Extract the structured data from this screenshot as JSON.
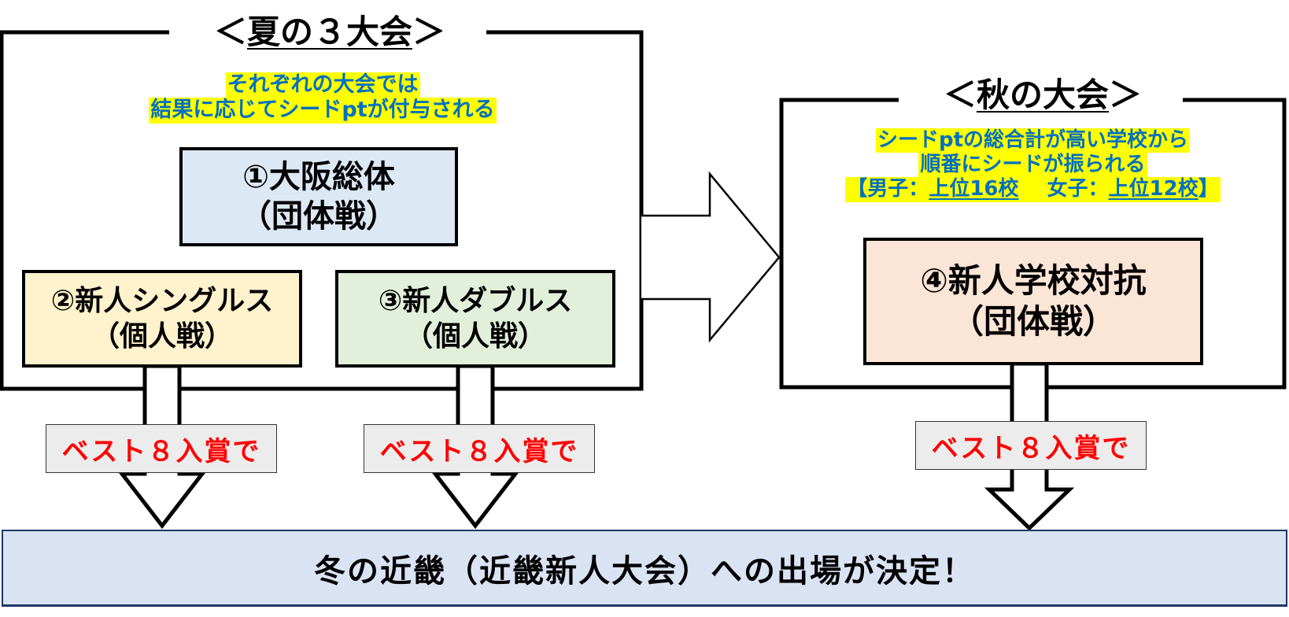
{
  "summer": {
    "title_open": "<",
    "title_text": "夏の３大会",
    "title_close": ">",
    "note_line1": "それぞれの大会では",
    "note_line2": "結果に応じてシードptが付与される",
    "events": [
      {
        "name": "①大阪総体",
        "type": "（団体戦）",
        "color": "#dde8f5"
      },
      {
        "name": "②新人シングルス",
        "type": "（個人戦）",
        "color": "#fff2cc"
      },
      {
        "name": "③新人ダブルス",
        "type": "（個人戦）",
        "color": "#e2efda"
      }
    ]
  },
  "autumn": {
    "title_open": "<",
    "title_text": "秋の大会",
    "title_close": ">",
    "note_line1": "シードptの総合計が高い学校から",
    "note_line2": "順番にシードが振られる",
    "note_line3": {
      "open": "【",
      "boys_label": "男子：",
      "boys_value": "上位16校",
      "girls_label": "女子：",
      "girls_value": "上位12校",
      "close": "】"
    },
    "event": {
      "name": "④新人学校対抗",
      "type": "（団体戦）",
      "color": "#fbe5d6"
    }
  },
  "condition_label": "ベスト８入賞で",
  "conditions": [
    "ベスト８入賞で",
    "ベスト８入賞で",
    "ベスト８入賞で"
  ],
  "result": {
    "text": "冬の近畿（近畿新人大会）への出場が決定！",
    "color": "#dae3f3"
  },
  "colors": {
    "note_text": "#0070c0",
    "highlight": "#ffff00",
    "condition_text": "#ff0000",
    "condition_bg": "#ececec"
  }
}
